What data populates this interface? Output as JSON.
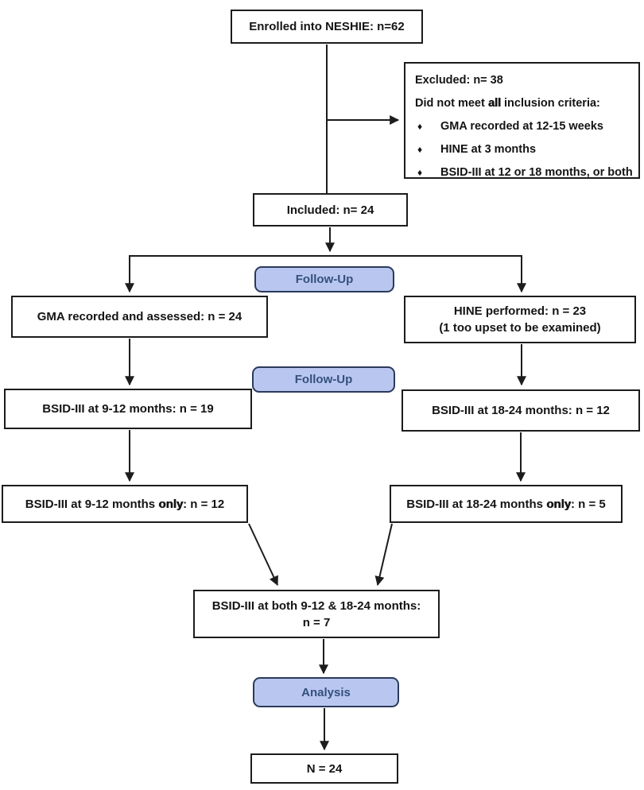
{
  "nodes": {
    "enrolled": {
      "label": "Enrolled into NESHIE: n=62"
    },
    "excluded": {
      "line1": "Excluded: n= 38",
      "line2_parts": [
        "Did not meet ",
        "all",
        " inclusion criteria:"
      ],
      "bullet_char": "♦",
      "bullets": [
        "GMA recorded at 12-15 weeks",
        "HINE at 3 months",
        "BSID-III at 12 or 18 months, or both"
      ]
    },
    "included": {
      "label": "Included: n= 24"
    },
    "followup1": {
      "label": "Follow-Up"
    },
    "gma": {
      "label": "GMA recorded and assessed: n = 24"
    },
    "hine": {
      "line1": "HINE performed: n = 23",
      "line2": "(1 too upset to be examined)"
    },
    "followup2": {
      "label": "Follow-Up"
    },
    "bsid912": {
      "label": "BSID-III at 9-12 months: n = 19"
    },
    "bsid1824": {
      "label": "BSID-III at 18-24 months: n = 12"
    },
    "bsid912only": {
      "parts": [
        "BSID-III at 9-12 months ",
        "only",
        ": n = 12"
      ]
    },
    "bsid1824only": {
      "parts": [
        "BSID-III at 18-24 months ",
        "only",
        ": n = 5"
      ]
    },
    "both": {
      "line1": "BSID-III at both 9-12 & 18-24 months:",
      "line2": "n = 7"
    },
    "analysis": {
      "label": "Analysis"
    },
    "n24": {
      "label": "N = 24"
    }
  },
  "colors": {
    "box_border": "#1c1c1c",
    "line": "#1c1c1c",
    "pill_fill": "#b9c7f0",
    "pill_border": "#2b3a5a",
    "pill_text": "#35507c",
    "background": "#ffffff"
  }
}
